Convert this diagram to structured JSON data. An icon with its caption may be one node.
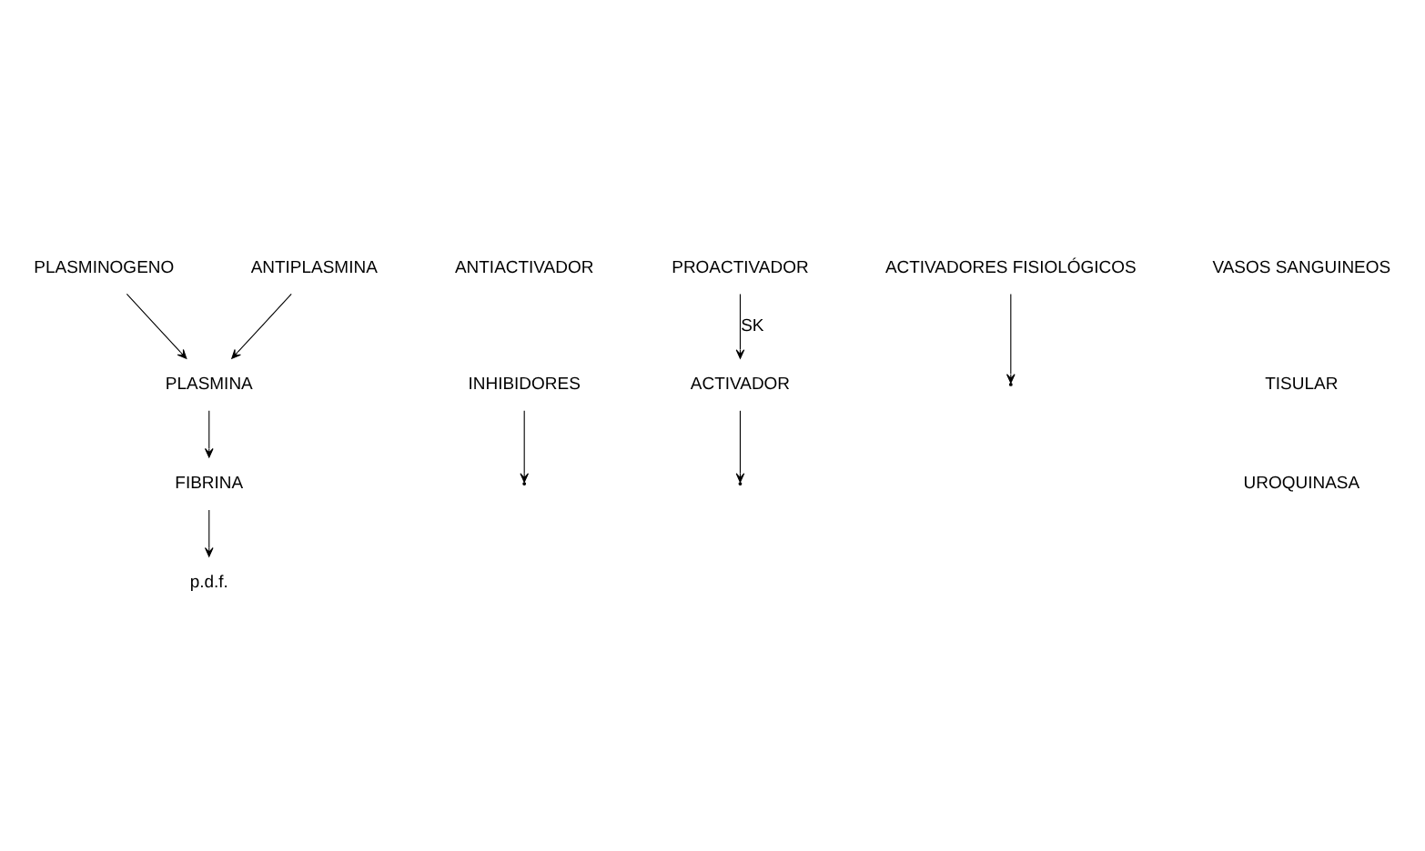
{
  "diagram": {
    "nodes": [
      {
        "text": [
          "PLASMINOGENO"
        ]
      },
      {
        "text": [
          "INHIBIDORES"
        ]
      },
      {
        "text": [
          "PROACTIVADOR"
        ]
      },
      {
        "text": [
          "ACTIVADOR"
        ]
      },
      {
        "text": [
          "ACTIVADORES FISIOLÓGICOS"
        ]
      },
      {
        "text": [
          "ANTIPLASMINA"
        ]
      },
      {
        "text": [
          "PLASMINA"
        ]
      },
      {
        "text": [
          "FIBRINA"
        ]
      },
      {
        "text": [
          "p.d.f."
        ]
      }
    ],
    "edges": [
      {
        "from": 0,
        "to": 6,
        "arrow": "to"
      },
      {
        "from": 1,
        "to": null,
        "arrow": "to"
      },
      {
        "from": 2,
        "to": 3,
        "label": "SK",
        "arrow": "to"
      },
      {
        "from": 3,
        "to": null,
        "arrow": "to"
      },
      {
        "from": 4,
        "to": null,
        "arrow": "to"
      },
      {
        "from": 5,
        "to": 6,
        "arrow": "to"
      },
      {
        "from": 6,
        "to": 7,
        "arrow": "to"
      },
      {
        "from": 7,
        "to": 8,
        "arrow": "to"
      }
    ],
    "labels": [
      "ANTIACTIVADOR",
      "VASOS SANGUINEOS",
      "TISULAR",
      "UROQUINASA"
    ]
  }
}
